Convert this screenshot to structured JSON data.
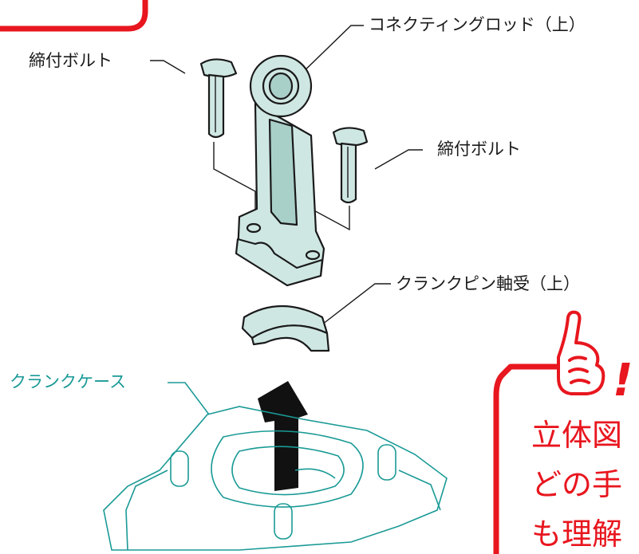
{
  "labels": {
    "conrod_upper": "コネクティングロッド（上）",
    "bolt_left": "締付ボルト",
    "bolt_right": "締付ボルト",
    "bearing_upper": "クランクピン軸受（上）",
    "crankcase": "クランクケース"
  },
  "callout": {
    "line1": "立体図",
    "line2": "どの手",
    "line3": "も理解",
    "mark": "!"
  },
  "colors": {
    "part_fill": "#cfe7e3",
    "part_stroke": "#1a1a1a",
    "teal": "#1a9a96",
    "accent_red": "#e8161e"
  }
}
